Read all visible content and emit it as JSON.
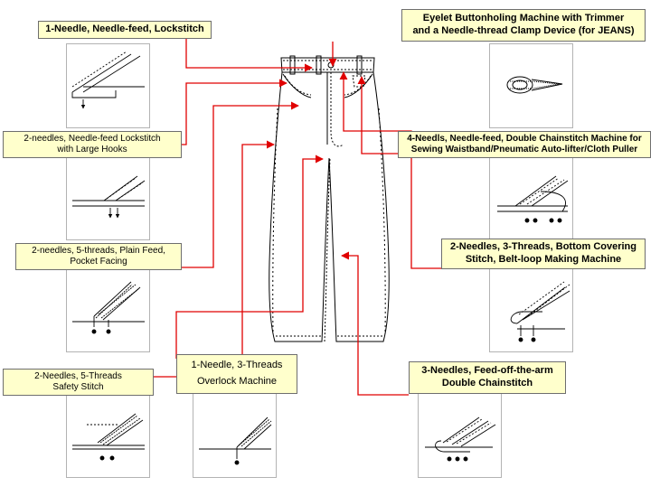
{
  "diagram": {
    "colors": {
      "callout_line": "#e00000",
      "label_fill": "#ffffcc",
      "label_border": "#6e6e6e",
      "panel_border": "#b3b3b3",
      "drawing": "#000000"
    },
    "labels": {
      "needle_feed_lockstitch": "1-Needle, Needle-feed, Lockstitch",
      "eyelet_buttonholing": {
        "line1": "Eyelet Buttonholing Machine with Trimmer",
        "line2": "and a Needle-thread Clamp Device (for JEANS)"
      },
      "large_hooks": {
        "line1": "2-needles, Needle-feed Lockstitch",
        "line2": "with Large Hooks"
      },
      "double_chainstitch_waistband": {
        "line1": "4-Needls, Needle-feed, Double Chainstitch Machine for",
        "line2": "Sewing Waistband/Pneumatic Auto-lifter/Cloth Puller"
      },
      "pocket_facing": {
        "line1": "2-needles, 5-threads, Plain Feed,",
        "line2": "Pocket Facing"
      },
      "belt_loop": {
        "line1": "2-Needles, 3-Threads, Bottom Covering",
        "line2": "Stitch, Belt-loop Making Machine"
      },
      "overlock": {
        "line1": "1-Needle, 3-Threads",
        "line2": "Overlock Machine"
      },
      "safety_stitch": {
        "line1": "2-Needles, 5-Threads",
        "line2": "Safety Stitch"
      },
      "feed_off_the_arm": {
        "line1": "3-Needles, Feed-off-the-arm",
        "line2": "Double Chainstitch"
      }
    }
  }
}
